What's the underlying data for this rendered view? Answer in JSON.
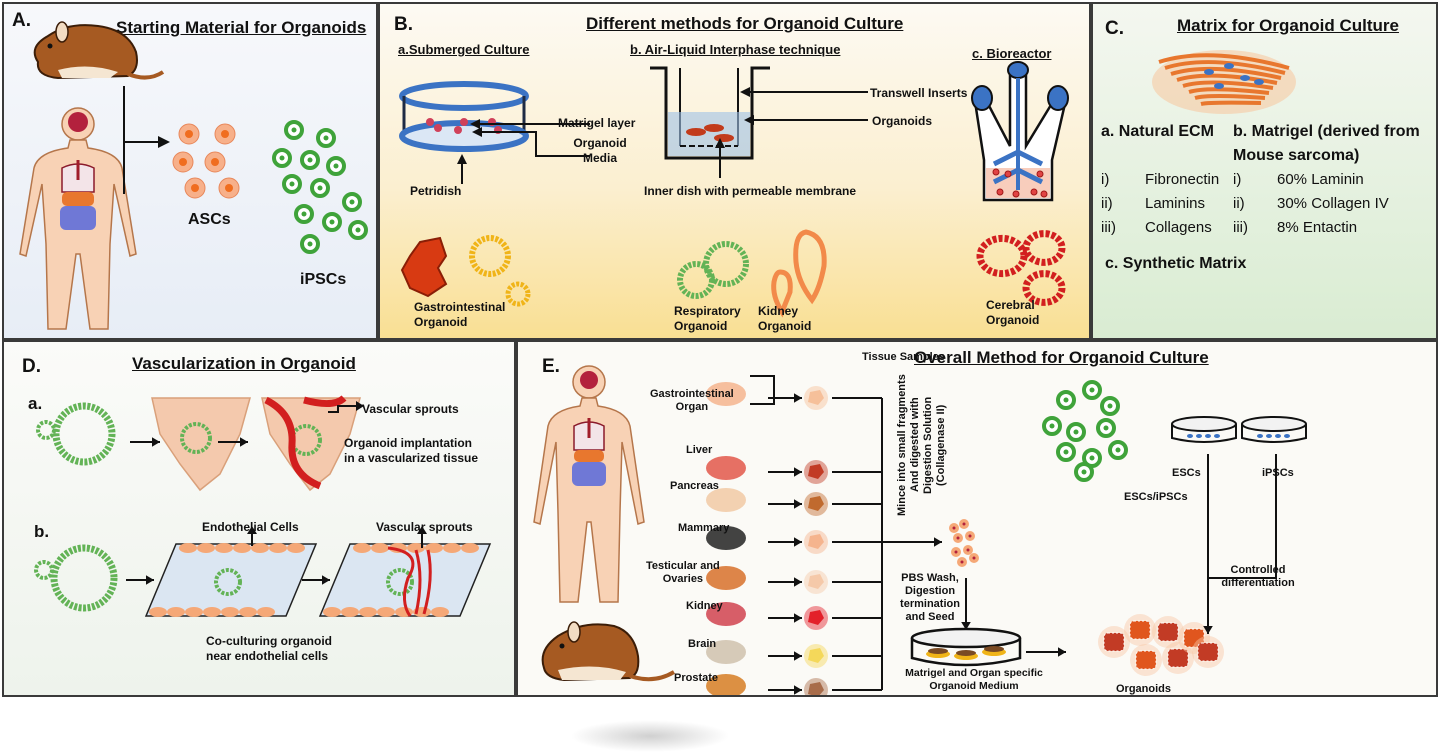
{
  "figure": {
    "panels": {
      "A": {
        "letter": "A.",
        "title": "Starting Material for Organoids",
        "sources": [
          "mouse",
          "human"
        ],
        "cells": [
          {
            "label": "ASCs",
            "color": "#f08a4b"
          },
          {
            "label": "iPSCs",
            "color": "#3fa33a"
          }
        ]
      },
      "B": {
        "letter": "B.",
        "title": "Different methods for Organoid Culture",
        "methods": [
          {
            "label": "a.Submerged Culture"
          },
          {
            "label": "b. Air-Liquid Interphase technique"
          },
          {
            "label": "c. Bioreactor"
          }
        ],
        "annotations": {
          "matrigel_layer": "Matrigel layer",
          "organoid_media_1": "Organoid",
          "organoid_media_2": "Media",
          "petridish": "Petridish",
          "transwell": "Transwell Inserts",
          "organoids": "Organoids",
          "inner_dish": "Inner dish with permeable membrane"
        },
        "organoid_types": [
          {
            "line1": "Gastrointestinal",
            "line2": "Organoid"
          },
          {
            "line1": "Respiratory",
            "line2": "Organoid"
          },
          {
            "line1": "Kidney",
            "line2": "Organoid"
          },
          {
            "line1": "Cerebral",
            "line2": "Organoid"
          }
        ]
      },
      "C": {
        "letter": "C.",
        "title": "Matrix for Organoid Culture",
        "natural_ecm": {
          "heading": "a. Natural ECM",
          "items": [
            {
              "num": "i)",
              "text": "Fibronectin"
            },
            {
              "num": "ii)",
              "text": "Laminins"
            },
            {
              "num": "iii)",
              "text": "Collagens"
            }
          ]
        },
        "matrigel": {
          "heading_1": "b. Matrigel (derived from",
          "heading_2": "Mouse sarcoma)",
          "items": [
            {
              "num": "i)",
              "text": "60% Laminin"
            },
            {
              "num": "ii)",
              "text": "30% Collagen IV"
            },
            {
              "num": "iii)",
              "text": "8% Entactin"
            }
          ]
        },
        "synthetic": "c. Synthetic Matrix"
      },
      "D": {
        "letter": "D.",
        "title": "Vascularization in Organoid",
        "a": {
          "letter": "a.",
          "sprouts": "Vascular sprouts",
          "caption_1": "Organoid implantation",
          "caption_2": "in a vascularized tissue"
        },
        "b": {
          "letter": "b.",
          "endothelial": "Endothelial Cells",
          "sprouts": "Vascular sprouts",
          "caption_1": "Co-culturing organoid",
          "caption_2": "near endothelial cells"
        }
      },
      "E": {
        "letter": "E.",
        "title": "Overall Method for Organoid Culture",
        "tissue_samples": "Tissue Samples",
        "organs": [
          {
            "line1": "Gastrointestinal",
            "line2": "Organ"
          },
          {
            "line1": "Liver",
            "line2": ""
          },
          {
            "line1": "Pancreas",
            "line2": ""
          },
          {
            "line1": "Mammary",
            "line2": ""
          },
          {
            "line1": "Testicular and",
            "line2": "Ovaries"
          },
          {
            "line1": "Kidney",
            "line2": ""
          },
          {
            "line1": "Brain",
            "line2": ""
          },
          {
            "line1": "Prostate",
            "line2": ""
          }
        ],
        "mince": {
          "line1": "Mince into small fragments",
          "line2": "And digested with",
          "line3": "Digestion Solution",
          "line4": "(Collagenase II)"
        },
        "pbs": {
          "line1": "PBS Wash,",
          "line2": "Digestion",
          "line3": "termination",
          "line4": "and Seed"
        },
        "dish_caption_1": "Matrigel and Organ specific",
        "dish_caption_2": "Organoid Medium",
        "esc_ipsc": "ESCs/iPSCs",
        "escs": "ESCs",
        "ipscs": "iPSCs",
        "controlled_1": "Controlled",
        "controlled_2": "differentiation",
        "organoids": "Organoids"
      }
    },
    "colors": {
      "stem_green": "#3fa33a",
      "asc_orange": "#f08a4b",
      "vessel_red": "#d21f1f",
      "dish_blue": "#3b73c4",
      "matrix_orange": "#e8772e"
    }
  }
}
